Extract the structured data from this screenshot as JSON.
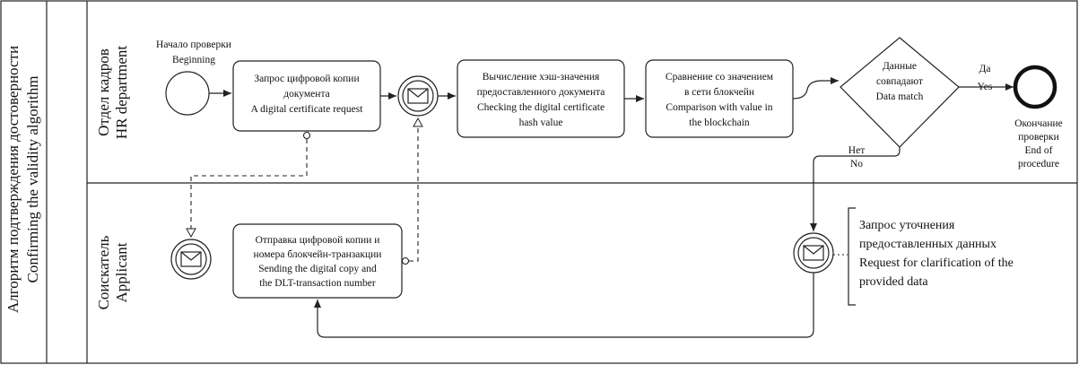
{
  "pool": {
    "title_ru": "Алгоритм подтверждения достоверности",
    "title_en": "Confirming the validity algorithm"
  },
  "lanes": {
    "hr": {
      "ru": "Отдел кадров",
      "en": "HR department"
    },
    "applicant": {
      "ru": "Соискатель",
      "en": "Applicant"
    }
  },
  "start": {
    "ru": "Начало проверки",
    "en": "Beginning"
  },
  "tasks": {
    "request_copy": [
      "Запрос цифровой копии",
      "документа",
      "A digital certificate request"
    ],
    "hash": [
      "Вычисление хэш-значения",
      "предоставленного документа",
      "Checking the digital certificate",
      "hash value"
    ],
    "compare": [
      "Сравнение со значением",
      "в сети блокчейн",
      "Comparison with value in",
      "the blockchain"
    ],
    "send_copy": [
      "Отправка цифровой копии  и",
      "номера блокчейн-транзакции",
      "Sending the digital copy and",
      "the DLT-transaction number"
    ]
  },
  "gateway": [
    "Данные",
    "совпадают",
    "Data match"
  ],
  "yes": {
    "ru": "Да",
    "en": "Yes"
  },
  "no": {
    "ru": "Нет",
    "en": "No"
  },
  "end": [
    "Окончание",
    "проверки",
    "End of",
    "procedure"
  ],
  "annotation": [
    "Запрос уточнения",
    "предоставленных данных",
    "Request for clarification of the",
    "provided data"
  ]
}
